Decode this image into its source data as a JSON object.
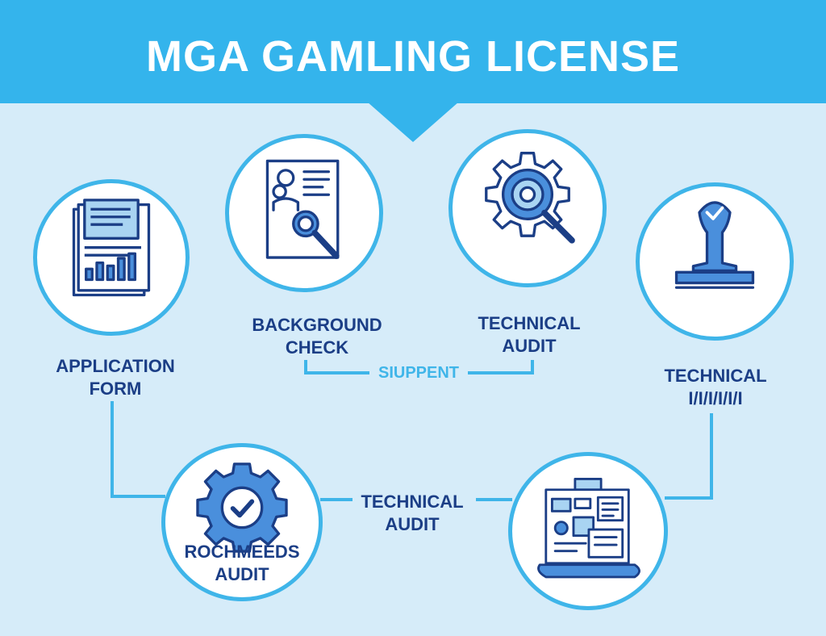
{
  "title": "MGA GAMLING LICENSE",
  "colors": {
    "banner": "#34b4ec",
    "background": "#d6ecf9",
    "circle_border": "#3fb5e9",
    "connector": "#3fb5e9",
    "label_text": "#1b3e86",
    "icon_dark": "#1b3e86",
    "icon_fill": "#4a8fdc"
  },
  "steps": [
    {
      "id": "application-form",
      "label_line1": "APPLICATION",
      "label_line2": "FORM",
      "icon": "document-chart-icon"
    },
    {
      "id": "background-check",
      "label_line1": "BACKGROUND",
      "label_line2": "CHECK",
      "icon": "profile-magnifier-icon"
    },
    {
      "id": "technical-audit-top",
      "label_line1": "TECHNICAL",
      "label_line2": "AUDIT",
      "icon": "gear-magnifier-icon"
    },
    {
      "id": "technical-right",
      "label_line1": "TECHNICAL",
      "label_line2": "I/I/I/I/I/I",
      "icon": "approval-stamp-icon"
    },
    {
      "id": "rochmeeds-audit",
      "label_line1": "ROCHMEEDS",
      "label_line2": "AUDIT",
      "icon": "gear-check-icon"
    },
    {
      "id": "license-machine",
      "label_line1": "",
      "label_line2": "",
      "icon": "machine-document-icon"
    }
  ],
  "connectors": {
    "support_label": "SIUPPENT",
    "bottom_label_line1": "TECHNICAL",
    "bottom_label_line2": "AUDIT"
  }
}
